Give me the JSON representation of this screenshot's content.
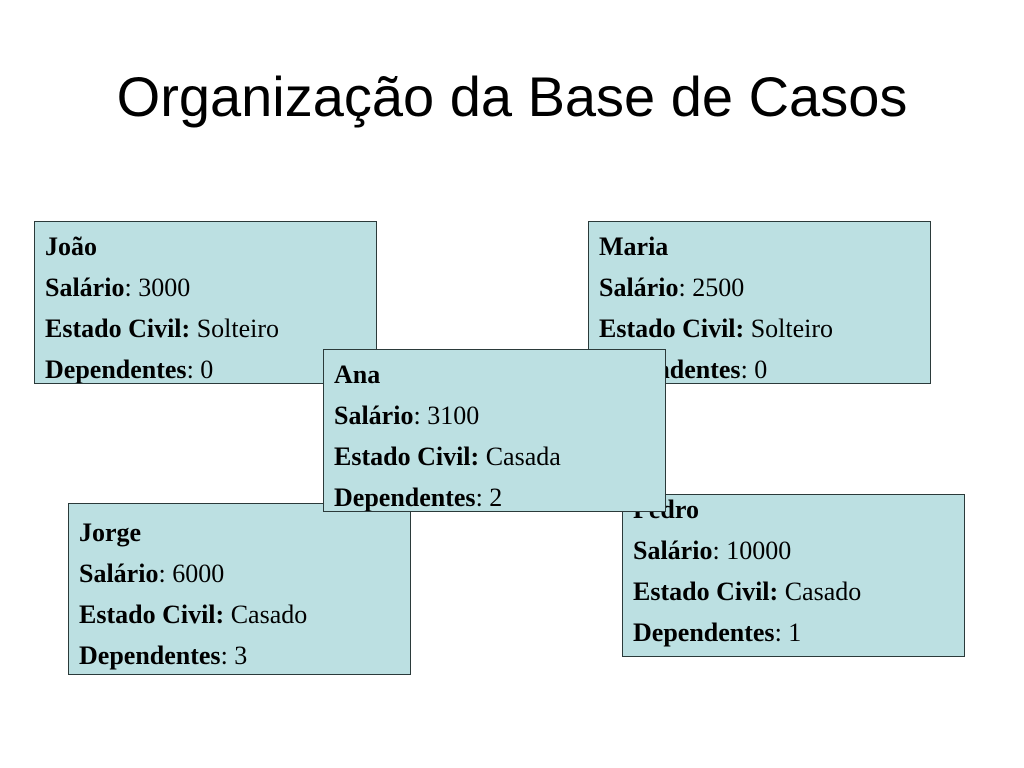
{
  "title": "Organização da Base de Casos",
  "labels": {
    "salario": "Salário",
    "estado_civil": "Estado Civil:",
    "dependentes": "Dependentes"
  },
  "cases": {
    "joao": {
      "name": "João",
      "salario": "3000",
      "estado_civil": "Solteiro",
      "dependentes": "0"
    },
    "maria": {
      "name": "Maria",
      "salario": "2500",
      "estado_civil": "Solteiro",
      "dependentes": "0"
    },
    "ana": {
      "name": "Ana",
      "salario": "3100",
      "estado_civil": "Casada",
      "dependentes": "2"
    },
    "jorge": {
      "name": "Jorge",
      "salario": "6000",
      "estado_civil": "Casado",
      "dependentes": "3"
    },
    "pedro": {
      "name": "Pedro",
      "salario": "10000",
      "estado_civil": "Casado",
      "dependentes": "1"
    }
  },
  "colors": {
    "box_fill": "#bce0e2",
    "box_border": "#2b3a3a"
  }
}
